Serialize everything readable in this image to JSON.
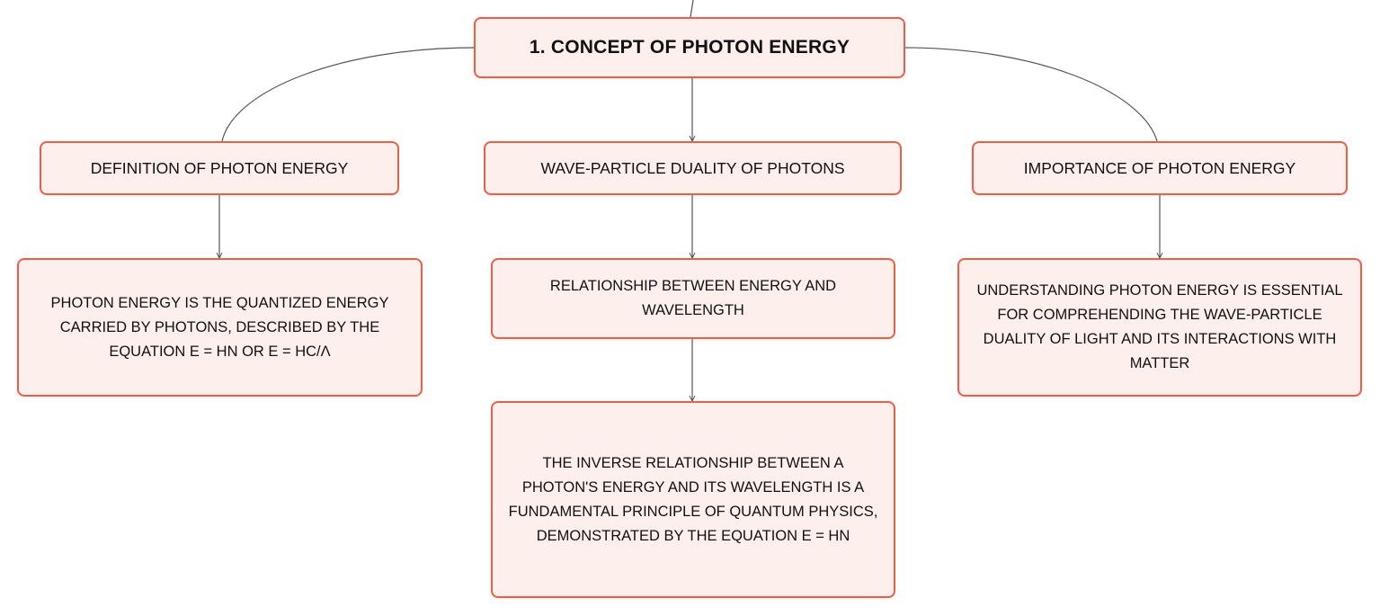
{
  "diagram": {
    "root": {
      "label": "1. CONCEPT OF PHOTON ENERGY"
    },
    "branches": [
      {
        "label": "DEFINITION OF PHOTON ENERGY",
        "detail": "PHOTON ENERGY IS THE QUANTIZED ENERGY CARRIED BY PHOTONS, DESCRIBED BY THE EQUATION E = HΝ OR E = HC/Λ"
      },
      {
        "label": "WAVE-PARTICLE DUALITY OF PHOTONS",
        "subtopic": "RELATIONSHIP BETWEEN ENERGY AND WAVELENGTH",
        "detail": "THE INVERSE RELATIONSHIP BETWEEN A PHOTON'S ENERGY AND ITS WAVELENGTH IS A FUNDAMENTAL PRINCIPLE OF QUANTUM PHYSICS, DEMONSTRATED BY THE EQUATION E = HΝ"
      },
      {
        "label": "IMPORTANCE OF PHOTON ENERGY",
        "detail": "UNDERSTANDING PHOTON ENERGY IS ESSENTIAL FOR COMPREHENDING THE WAVE-PARTICLE DUALITY OF LIGHT AND ITS INTERACTIONS WITH MATTER"
      }
    ]
  },
  "colors": {
    "node_border": "#e8604c",
    "node_fill": "#fdf0ec",
    "connector": "#555555"
  }
}
